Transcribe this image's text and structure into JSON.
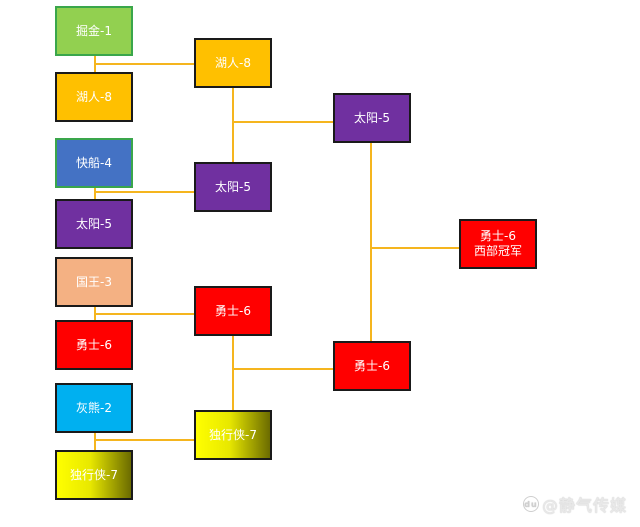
{
  "diagram": {
    "type": "tournament-bracket",
    "connector_color": "#f5b51e",
    "round1": [
      {
        "label": "掘金-1",
        "color": "#92d050"
      },
      {
        "label": "湖人-8",
        "color": "#ffc000"
      },
      {
        "label": "快船-4",
        "color": "#4472c4"
      },
      {
        "label": "太阳-5",
        "color": "#7030a0"
      },
      {
        "label": "国王-3",
        "color": "#f4b183"
      },
      {
        "label": "勇士-6",
        "color": "#ff0000"
      },
      {
        "label": "灰熊-2",
        "color": "#00b0f0"
      },
      {
        "label": "独行侠-7",
        "color": "#ffff00"
      }
    ],
    "round2": [
      {
        "label": "湖人-8",
        "color": "#ffc000"
      },
      {
        "label": "太阳-5",
        "color": "#7030a0"
      },
      {
        "label": "勇士-6",
        "color": "#ff0000"
      },
      {
        "label": "独行侠-7",
        "color": "#ffff00"
      }
    ],
    "round3": [
      {
        "label": "太阳-5",
        "color": "#7030a0"
      },
      {
        "label": "勇士-6",
        "color": "#ff0000"
      }
    ],
    "champion": {
      "line1": "勇士-6",
      "line2": "西部冠军",
      "color": "#ff0000"
    }
  },
  "watermark": {
    "icon": "baidu-paw-icon",
    "icon_text": "du",
    "text": "@静气传媒"
  }
}
